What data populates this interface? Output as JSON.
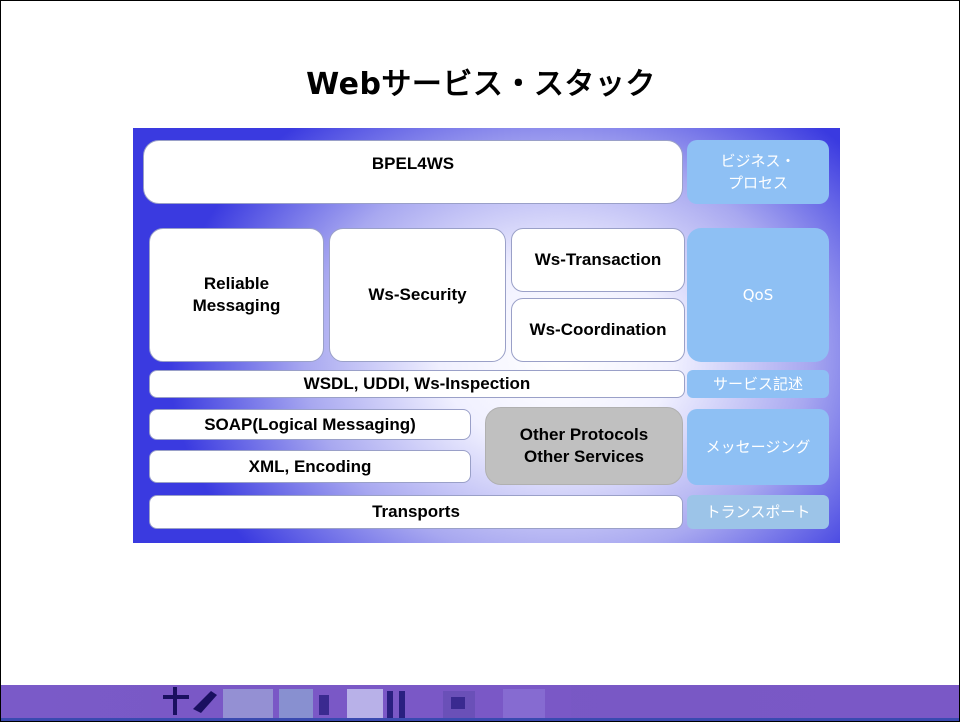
{
  "title": "Webサービス・スタック",
  "stack": {
    "bpel": "BPEL4WS",
    "reliable_messaging": [
      "Reliable",
      "Messaging"
    ],
    "ws_security": "Ws-Security",
    "ws_transaction": "Ws-Transaction",
    "ws_coordination": "Ws-Coordination",
    "wsdl": "WSDL, UDDI, Ws-Inspection",
    "soap": "SOAP(Logical Messaging)",
    "xml": "XML, Encoding",
    "other": [
      "Other Protocols",
      "Other Services"
    ],
    "transports": "Transports"
  },
  "layers": {
    "business_process": [
      "ビジネス・",
      "プロセス"
    ],
    "qos": "QoS",
    "service_description": "サービス記述",
    "messaging": "メッセージング",
    "transport": "トランスポート"
  },
  "colors": {
    "panel_edge": "#3a3ae0",
    "layer_label_bg": "#8ec0f4",
    "other_box_bg": "#c0c0c0",
    "bottom_bar": "#7a58c6"
  }
}
